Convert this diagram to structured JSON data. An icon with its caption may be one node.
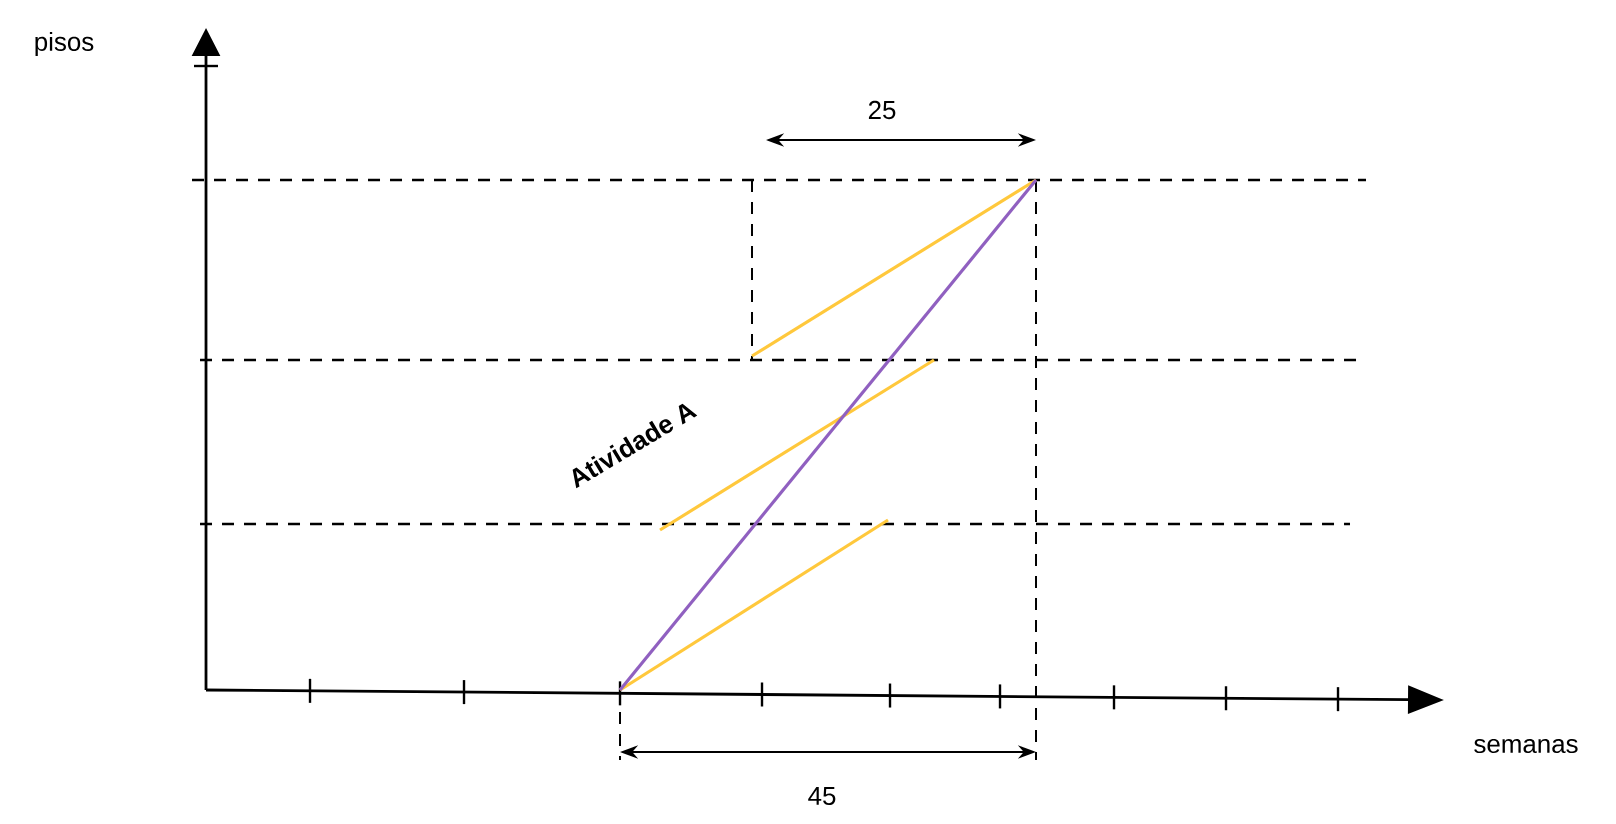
{
  "diagram": {
    "labels": [
      "pisos",
      "25",
      "Atividade A",
      "semanas",
      "45"
    ]
  }
}
